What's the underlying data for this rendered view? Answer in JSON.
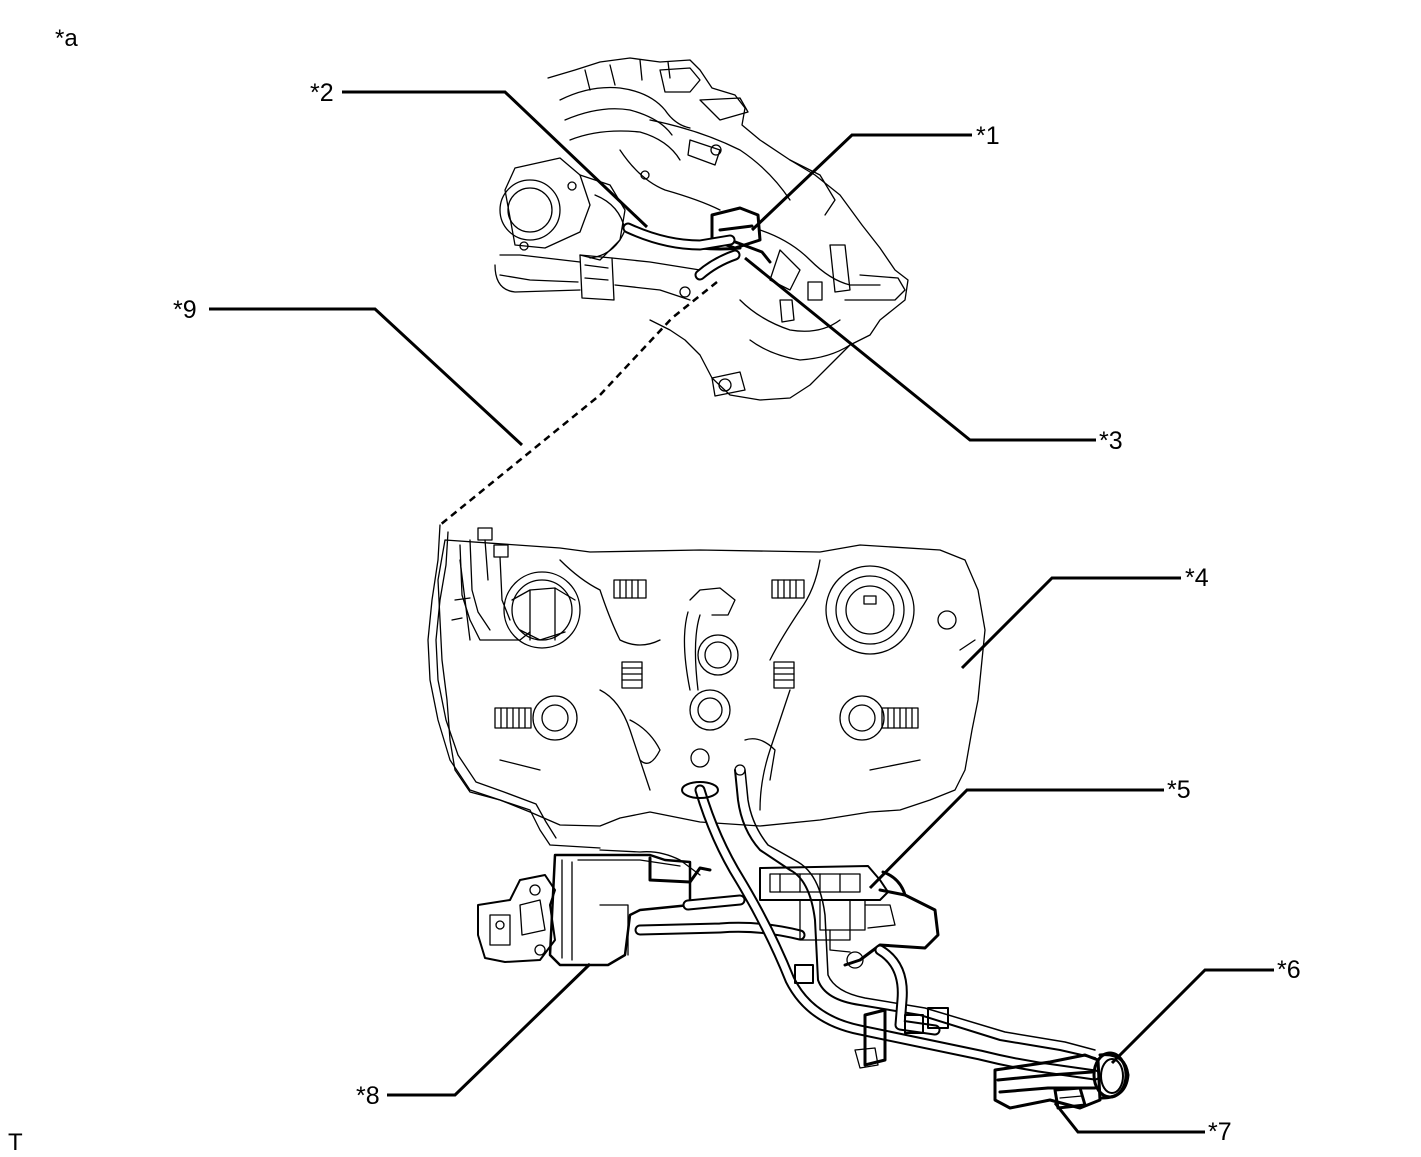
{
  "figure": {
    "view_label": "*a",
    "footer_mark": "T"
  },
  "callouts": [
    {
      "id": "1",
      "text": "*1",
      "part": "evap-hose-connector"
    },
    {
      "id": "2",
      "text": "*2",
      "part": "purge-hose"
    },
    {
      "id": "3",
      "text": "*3",
      "part": "purge-line-connector"
    },
    {
      "id": "4",
      "text": "*4",
      "part": "fuel-tank"
    },
    {
      "id": "5",
      "text": "*5",
      "part": "leak-detection-pump"
    },
    {
      "id": "6",
      "text": "*6",
      "part": "fuel-cap"
    },
    {
      "id": "7",
      "text": "*7",
      "part": "fuel-inlet-pipe"
    },
    {
      "id": "8",
      "text": "*8",
      "part": "charcoal-canister"
    },
    {
      "id": "9",
      "text": "*9",
      "part": "purge-line"
    }
  ]
}
